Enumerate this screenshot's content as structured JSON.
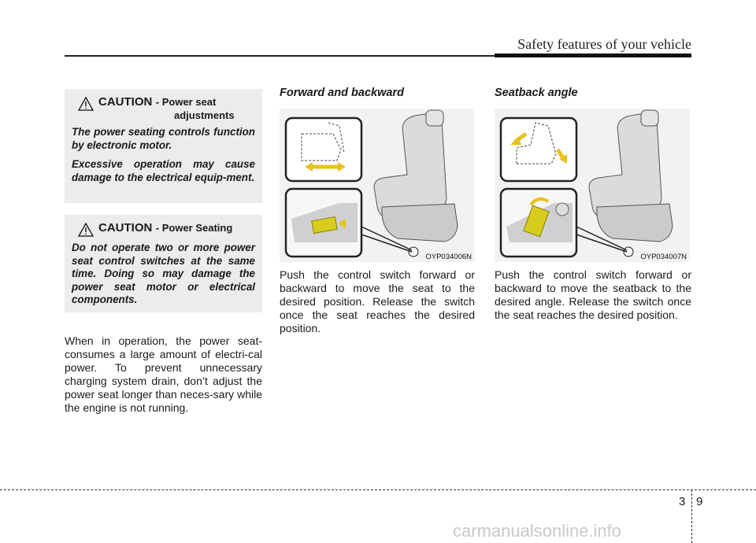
{
  "header": {
    "title": "Safety features of your vehicle"
  },
  "caution1": {
    "label": "CAUTION",
    "subtitle_line1": "- Power seat",
    "subtitle_line2": "adjustments",
    "para1": "The power seating controls function by electronic motor.",
    "para2": "Excessive operation may cause damage to the electrical equip-ment."
  },
  "caution2": {
    "label": "CAUTION",
    "subtitle": "- Power Seating",
    "para": "Do not operate two or more power seat control switches at the same time. Doing so may damage the power seat motor or electrical components."
  },
  "left_text": "When in operation, the power seat-consumes a large amount of electri-cal power. To prevent unnecessary charging system drain, don’t adjust the power seat longer than neces-sary while the engine is not running.",
  "forward": {
    "title": "Forward and backward",
    "figure_code": "OYP034006N",
    "text": "Push the control switch forward or backward to move the seat to the desired position. Release the switch once the seat reaches the desired position."
  },
  "seatback": {
    "title": "Seatback angle",
    "figure_code": "OYP034007N",
    "text": "Push the control switch forward or backward to move the seatback to the desired angle. Release the switch once the seat reaches the desired position."
  },
  "footer": {
    "page_chapter": "3",
    "page_number": "9",
    "watermark": "carmanualsonline.info"
  },
  "colors": {
    "switch_yellow": "#d8cc1e",
    "arrow_yellow": "#e8c21a",
    "caution_bg": "#ececec"
  }
}
